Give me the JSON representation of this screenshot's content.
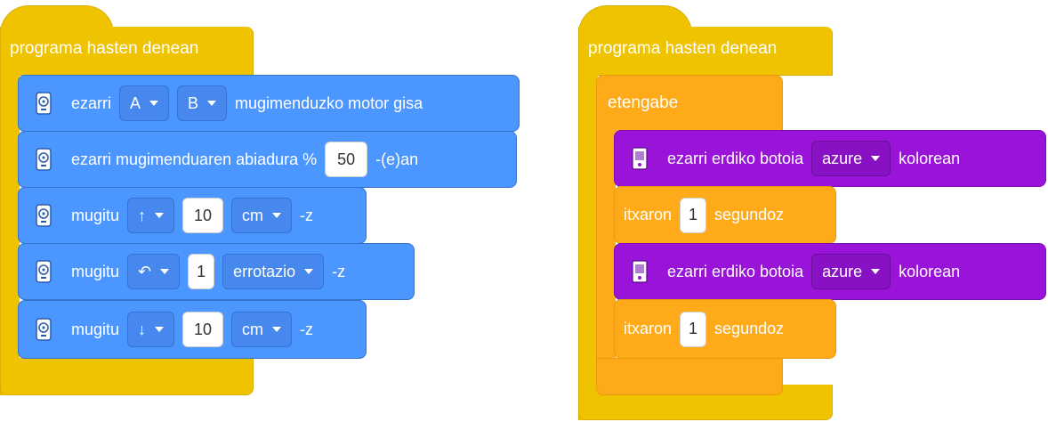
{
  "left_script": {
    "hat_label": "programa hasten denean",
    "block1": {
      "text_set": "ezarri",
      "motor_a": "A",
      "motor_b": "B",
      "text_suffix": "mugimenduzko motor gisa"
    },
    "block2": {
      "text": "ezarri mugimenduaren abiadura %",
      "value": "50",
      "suffix": "-(e)an"
    },
    "block3": {
      "text": "mugitu",
      "direction": "↑",
      "value": "10",
      "unit": "cm",
      "suffix": "-z"
    },
    "block4": {
      "text": "mugitu",
      "direction": "↶",
      "value": "1",
      "unit": "errotazio",
      "suffix": "-z"
    },
    "block5": {
      "text": "mugitu",
      "direction": "↓",
      "value": "10",
      "unit": "cm",
      "suffix": "-z"
    }
  },
  "right_script": {
    "hat_label": "programa hasten denean",
    "forever_label": "etengabe",
    "light1": {
      "text": "ezarri erdiko botoia",
      "color": "azure",
      "suffix": "kolorean"
    },
    "wait1": {
      "text": "itxaron",
      "value": "1",
      "suffix": "segundoz"
    },
    "light2": {
      "text": "ezarri erdiko botoia",
      "color": "azure",
      "suffix": "kolorean"
    },
    "wait2": {
      "text": "itxaron",
      "value": "1",
      "suffix": "segundoz"
    }
  },
  "icons": {
    "motor": "motor-hub-icon",
    "hub": "hub-light-icon"
  },
  "colors": {
    "events": "#F0C300",
    "motors": "#4C97FF",
    "control": "#FFAB19",
    "light": "#9914D8"
  }
}
